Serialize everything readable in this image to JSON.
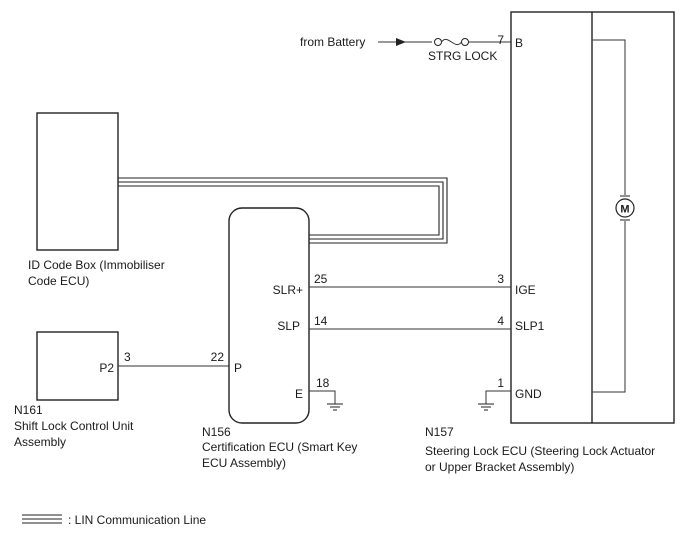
{
  "battery": {
    "label": "from Battery"
  },
  "fuse": {
    "label": "STRG LOCK"
  },
  "id_code_box": {
    "name_line1": "ID Code Box (Immobiliser",
    "name_line2": "Code ECU)"
  },
  "shift_lock": {
    "code": "N161",
    "name_line1": "Shift Lock Control Unit",
    "name_line2": "Assembly",
    "pin_name": "P2",
    "pin_number": "3"
  },
  "cert_ecu": {
    "code": "N156",
    "name_line1": "Certification ECU (Smart Key",
    "name_line2": "ECU Assembly)",
    "pins": {
      "slr": {
        "name": "SLR+",
        "number": "25"
      },
      "slp": {
        "name": "SLP",
        "number": "14"
      },
      "p": {
        "name": "P",
        "number": "22"
      },
      "e": {
        "name": "E",
        "number": "18"
      }
    }
  },
  "steer_ecu": {
    "code": "N157",
    "name_line1": "Steering Lock ECU (Steering Lock Actuator",
    "name_line2": "or Upper Bracket Assembly)",
    "pins": {
      "b": {
        "name": "B",
        "number": "7"
      },
      "ige": {
        "name": "IGE",
        "number": "3"
      },
      "slp1": {
        "name": "SLP1",
        "number": "4"
      },
      "gnd": {
        "name": "GND",
        "number": "1"
      }
    }
  },
  "motor": {
    "symbol": "M"
  },
  "legend": {
    "label": ": LIN Communication Line"
  }
}
